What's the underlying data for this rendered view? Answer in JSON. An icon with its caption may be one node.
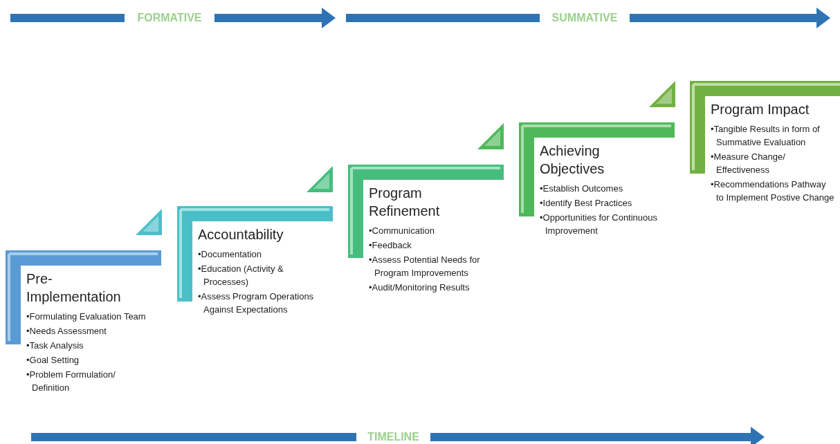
{
  "diagram": {
    "nodes": [
      {
        "text": [
          "Pre-Implementation",
          "•Formulating Evaluation Team",
          "•Needs Assessment",
          "•Task Analysis",
          "•Goal Setting",
          "•Problem Formulation/ Definition"
        ]
      },
      {
        "text": [
          "Accountability",
          "•Documentation",
          "•Education (Activity & Processes)",
          "•Assess Program Operations Against Expectations"
        ]
      },
      {
        "text": [
          "Program Refinement",
          "•Communication",
          "•Feedback",
          "•Assess Potential Needs for Program Improvements",
          "•Audit/Monitoring Results"
        ]
      },
      {
        "text": [
          "Achieving Objectives",
          "•Establish Outcomes",
          "•Identify Best Practices",
          "•Opportunities for Continuous Improvement"
        ]
      },
      {
        "text": [
          "Program Impact",
          "•Tangible Results in form of Summative Evaluation",
          "•Measure Change/ Effectiveness",
          "•Recommendations Pathway to Implement Postive Change"
        ]
      }
    ],
    "labels": [
      "FORMATIVE",
      "SUMMATIVE",
      "TIMELINE"
    ]
  }
}
